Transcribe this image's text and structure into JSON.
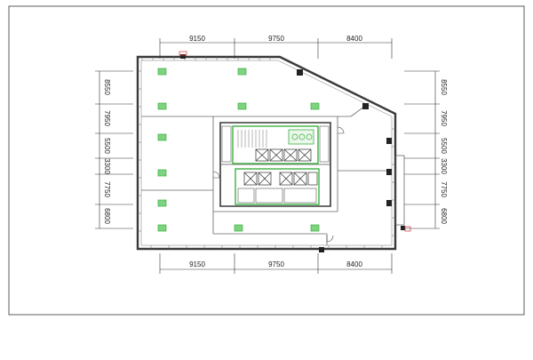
{
  "plan": {
    "dims_top": [
      "9150",
      "9750",
      "8400"
    ],
    "dims_bottom": [
      "9150",
      "9750",
      "8400"
    ],
    "dims_left": [
      "8550",
      "7950",
      "5500",
      "3300",
      "7750",
      "6800"
    ],
    "dims_right": [
      "8550",
      "7950",
      "5500",
      "3300",
      "7750",
      "6800"
    ]
  },
  "colors": {
    "wall": "#3a3a3a",
    "line": "#555555",
    "accent_green": "#3cb043",
    "green_fill": "#7ed37e",
    "column_dark": "#222222",
    "paper": "#ffffff"
  }
}
